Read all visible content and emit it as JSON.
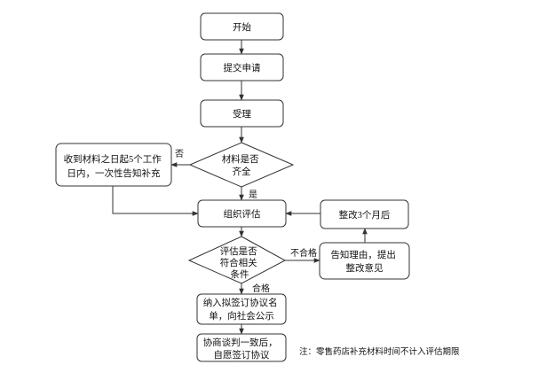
{
  "nodes": {
    "start": {
      "lines": [
        "开始"
      ]
    },
    "submit": {
      "lines": [
        "提交申请"
      ]
    },
    "accept": {
      "lines": [
        "受理"
      ]
    },
    "materials_complete": {
      "lines": [
        "材料是否",
        "齐全"
      ]
    },
    "notify_supplement": {
      "lines": [
        "收到材料之日起5个工作",
        "日内，一次性告知补充"
      ]
    },
    "organize_eval": {
      "lines": [
        "组织评估"
      ]
    },
    "rectify_3m": {
      "lines": [
        "整改3个月后"
      ]
    },
    "eval_meets": {
      "lines": [
        "评估是否",
        "符合相关",
        "条件"
      ]
    },
    "notify_reason": {
      "lines": [
        "告知理由，提出",
        "整改意见"
      ]
    },
    "proposal_list": {
      "lines": [
        "纳入拟签订协议名",
        "单，向社会公示"
      ]
    },
    "negotiate": {
      "lines": [
        "协商谈判一致后，",
        "自愿签订协议"
      ]
    }
  },
  "edge_labels": {
    "no": "否",
    "yes": "是",
    "fail": "不合格",
    "pass": "合格"
  },
  "note": "注：零售药店补充材料时间不计入评估期限"
}
